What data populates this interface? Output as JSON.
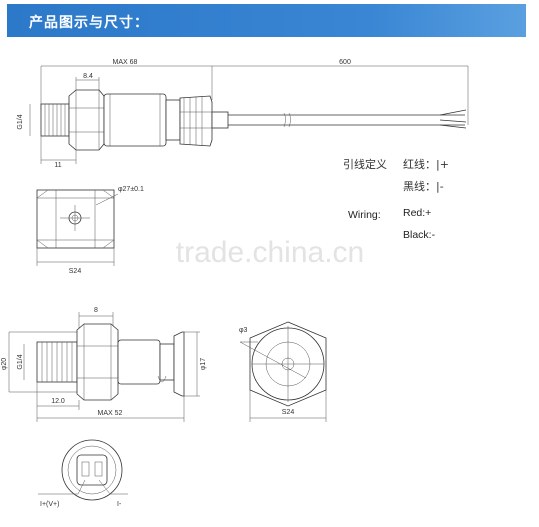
{
  "header": {
    "title": "产品图示与尺寸："
  },
  "top_view": {
    "dim_max": "MAX 68",
    "dim_cable": "600",
    "dim_hex": "8.4",
    "dim_thread": "G1/4",
    "dim_thread_len": "11"
  },
  "wiring_cn": {
    "title": "引线定义",
    "red": "红线：|+",
    "black": "黑线：|-"
  },
  "wiring_en": {
    "label": "Wiring:",
    "red": "Red:+",
    "black": "Black:-"
  },
  "end_view_top": {
    "dia": "φ27±0.1",
    "hex": "S24"
  },
  "watermark": "trade.china.cn",
  "bottom_view": {
    "dim_hex": "8",
    "dim_d20": "φ20",
    "dim_thread": "G1/4",
    "dim_12": "12.0",
    "dim_max": "MAX 52",
    "dim_d17": "φ17"
  },
  "end_view_bottom": {
    "dia": "φ3",
    "hex": "S24"
  },
  "connector": {
    "left_label": "I+(V+)",
    "right_label": "I-"
  }
}
